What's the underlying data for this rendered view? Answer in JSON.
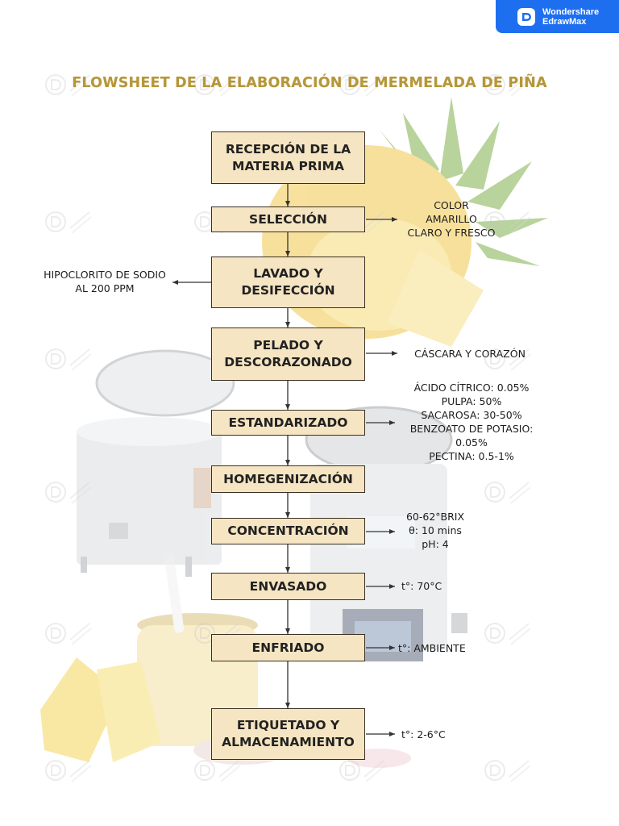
{
  "brand": {
    "line1": "Wondershare",
    "line2": "EdrawMax",
    "color": "#1e6ff0"
  },
  "watermark_text": "Wondershare EdrawMax",
  "title": "FLOWSHEET DE LA ELABORACIÓN DE MERMELADA DE PIÑA",
  "steps": [
    {
      "id": "recepcion",
      "label": "RECEPCIÓN DE LA MATERIA PRIMA"
    },
    {
      "id": "seleccion",
      "label": "SELECCIÓN"
    },
    {
      "id": "lavado",
      "label": "LAVADO Y DESIFECCIÓN"
    },
    {
      "id": "pelado",
      "label": "PELADO Y DESCORAZONADO"
    },
    {
      "id": "estandarizado",
      "label": "ESTANDARIZADO"
    },
    {
      "id": "homogenizacion",
      "label": "HOMEGENIZACIÓN"
    },
    {
      "id": "concentracion",
      "label": "CONCENTRACIÓN"
    },
    {
      "id": "envasado",
      "label": "ENVASADO"
    },
    {
      "id": "enfriado",
      "label": "ENFRIADO"
    },
    {
      "id": "etiquetado",
      "label": "ETIQUETADO Y ALMACENAMIENTO"
    }
  ],
  "notes": {
    "seleccion": [
      "COLOR",
      "AMARILLO",
      "CLARO Y FRESCO"
    ],
    "lavado": [
      "HIPOCLORITO DE SODIO",
      "AL 200 PPM"
    ],
    "pelado": [
      "CÁSCARA Y CORAZÓN"
    ],
    "estandarizado": [
      "ÁCIDO CÍTRICO: 0.05%",
      "PULPA: 50%",
      "SACAROSA: 30-50%",
      "BENZOATO DE POTASIO:",
      "0.05%",
      "PECTINA: 0.5-1%"
    ],
    "concentracion": [
      "60-62°BRIX",
      "θ: 10 mins",
      "pH: 4"
    ],
    "envasado": [
      "t°: 70°C"
    ],
    "enfriado": [
      "t°: AMBIENTE"
    ],
    "etiquetado": [
      "t°: 2-6°C"
    ]
  },
  "colors": {
    "box_fill": "#f6e5c2",
    "box_border": "#3a2f22",
    "title": "#b5963a",
    "arrow": "#333333"
  }
}
